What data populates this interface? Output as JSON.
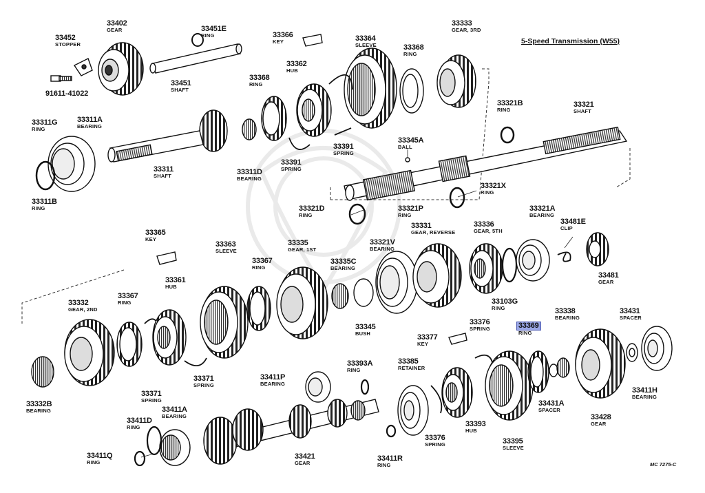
{
  "diagram": {
    "title": "5-Speed Transmission (W55)",
    "code": "MC 7275-C",
    "highlight_color": "#9aa7e6",
    "parts": [
      {
        "num": "33402",
        "name": "GEAR"
      },
      {
        "num": "33452",
        "name": "STOPPER"
      },
      {
        "num": "33451E",
        "name": "RING"
      },
      {
        "num": "33451",
        "name": "SHAFT"
      },
      {
        "num": "91611-41022",
        "name": ""
      },
      {
        "num": "33366",
        "name": "KEY"
      },
      {
        "num": "33364",
        "name": "SLEEVE"
      },
      {
        "num": "33333",
        "name": "GEAR, 3RD"
      },
      {
        "num": "33368",
        "name": "RING"
      },
      {
        "num": "33362",
        "name": "HUB"
      },
      {
        "num": "33368",
        "name": "RING"
      },
      {
        "num": "33311G",
        "name": "RING"
      },
      {
        "num": "33311A",
        "name": "BEARING"
      },
      {
        "num": "33311",
        "name": "SHAFT"
      },
      {
        "num": "33311B",
        "name": "RING"
      },
      {
        "num": "33311D",
        "name": "BEARING"
      },
      {
        "num": "33391",
        "name": "SPRING"
      },
      {
        "num": "33391",
        "name": "SPRING"
      },
      {
        "num": "33345A",
        "name": "BALL"
      },
      {
        "num": "33321B",
        "name": "RING"
      },
      {
        "num": "33321",
        "name": "SHAFT"
      },
      {
        "num": "33321X",
        "name": "RING"
      },
      {
        "num": "33321D",
        "name": "RING"
      },
      {
        "num": "33321P",
        "name": "RING"
      },
      {
        "num": "33321A",
        "name": "BEARING"
      },
      {
        "num": "33481E",
        "name": "CLIP"
      },
      {
        "num": "33481",
        "name": "GEAR"
      },
      {
        "num": "33365",
        "name": "KEY"
      },
      {
        "num": "33363",
        "name": "SLEEVE"
      },
      {
        "num": "33335",
        "name": "GEAR, 1ST"
      },
      {
        "num": "33331",
        "name": "GEAR, REVERSE"
      },
      {
        "num": "33336",
        "name": "GEAR, 5TH"
      },
      {
        "num": "33321V",
        "name": "BEARING"
      },
      {
        "num": "33367",
        "name": "RING"
      },
      {
        "num": "33335C",
        "name": "BEARING"
      },
      {
        "num": "33361",
        "name": "HUB"
      },
      {
        "num": "33103G",
        "name": "RING"
      },
      {
        "num": "33332",
        "name": "GEAR, 2ND"
      },
      {
        "num": "33367",
        "name": "RING"
      },
      {
        "num": "33345",
        "name": "BUSH"
      },
      {
        "num": "33376",
        "name": "SPRING"
      },
      {
        "num": "33369",
        "name": "RING"
      },
      {
        "num": "33338",
        "name": "BEARING"
      },
      {
        "num": "33431",
        "name": "SPACER"
      },
      {
        "num": "33377",
        "name": "KEY"
      },
      {
        "num": "33385",
        "name": "RETAINER"
      },
      {
        "num": "33393A",
        "name": "RING"
      },
      {
        "num": "33411P",
        "name": "BEARING"
      },
      {
        "num": "33371",
        "name": "SPRING"
      },
      {
        "num": "33371",
        "name": "SPRING"
      },
      {
        "num": "33332B",
        "name": "BEARING"
      },
      {
        "num": "33431A",
        "name": "SPACER"
      },
      {
        "num": "33411H",
        "name": "BEARING"
      },
      {
        "num": "33411A",
        "name": "BEARING"
      },
      {
        "num": "33411D",
        "name": "RING"
      },
      {
        "num": "33393",
        "name": "HUB"
      },
      {
        "num": "33376",
        "name": "SPRING"
      },
      {
        "num": "33395",
        "name": "SLEEVE"
      },
      {
        "num": "33428",
        "name": "GEAR"
      },
      {
        "num": "33411Q",
        "name": "RING"
      },
      {
        "num": "33421",
        "name": "GEAR"
      },
      {
        "num": "33411R",
        "name": "RING"
      }
    ]
  }
}
